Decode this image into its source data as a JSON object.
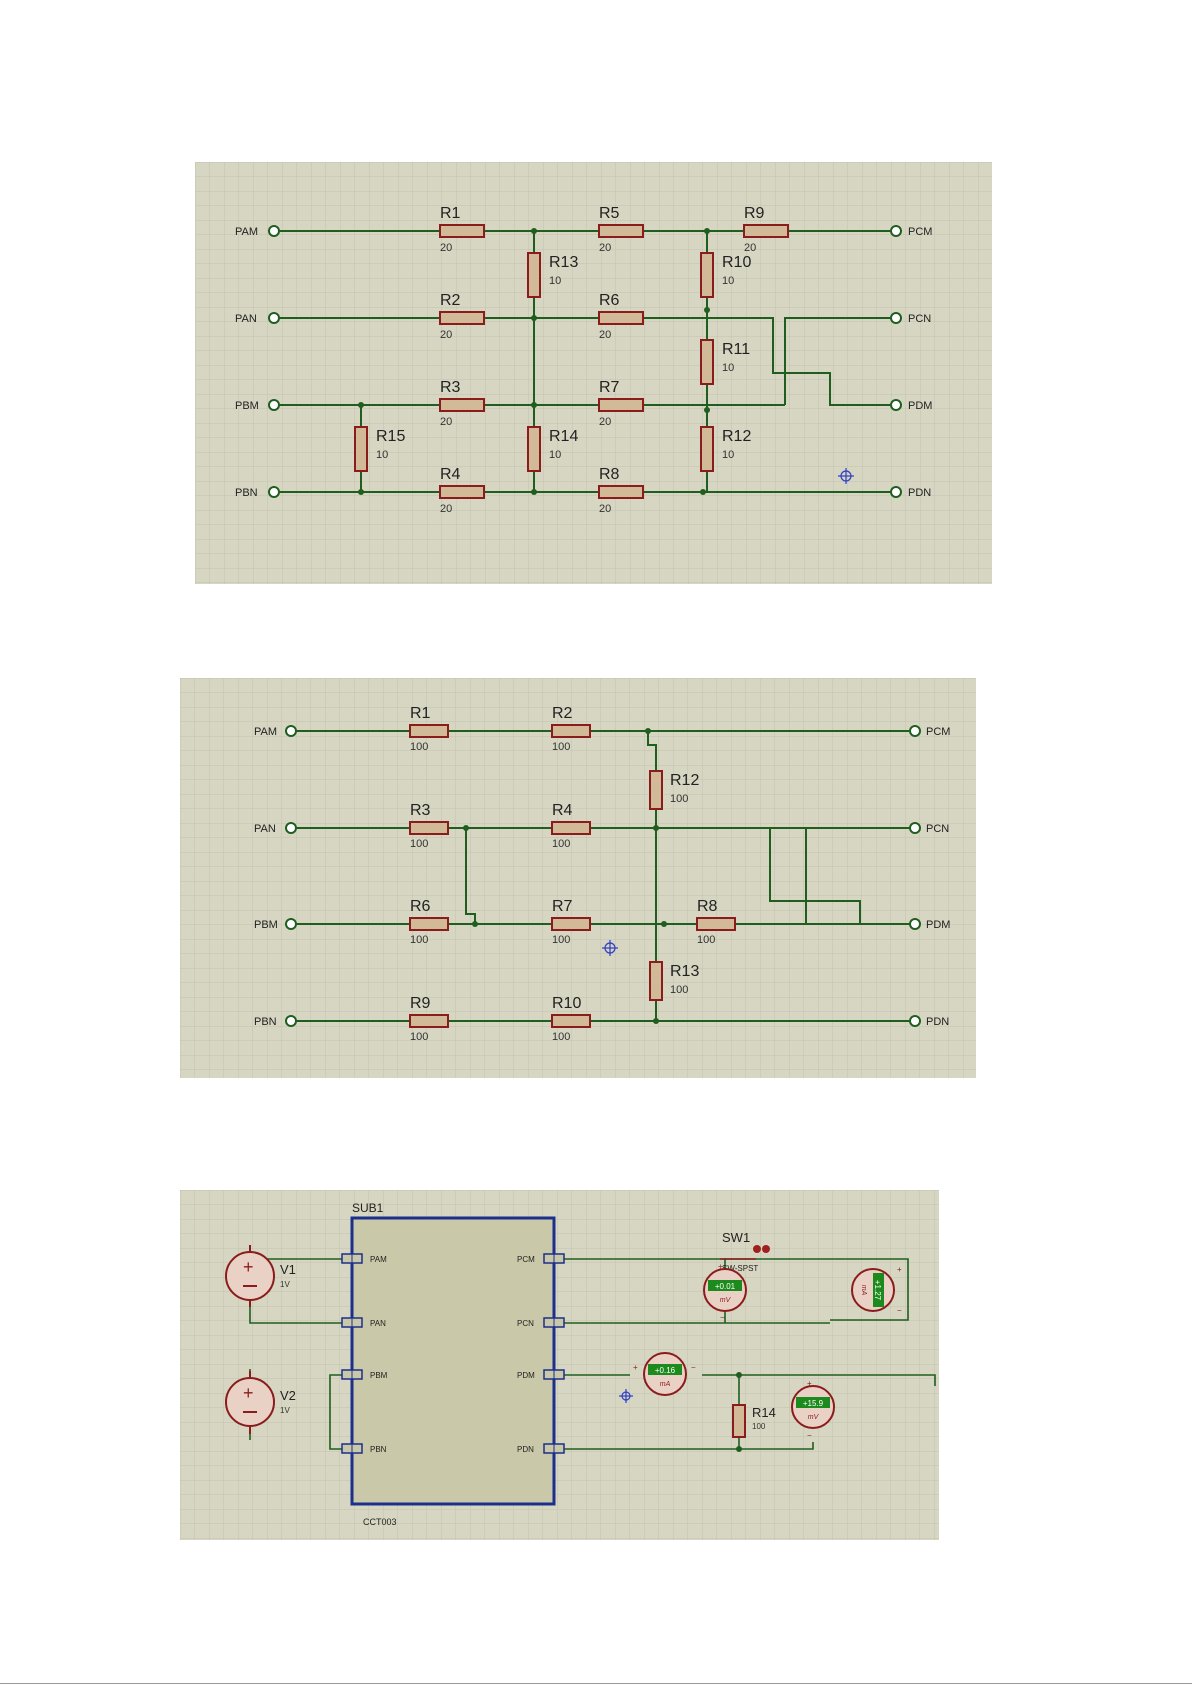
{
  "diagram1": {
    "ports_left": [
      "PAM",
      "PAN",
      "PBM",
      "PBN"
    ],
    "ports_right": [
      "PCM",
      "PCN",
      "PDM",
      "PDN"
    ],
    "resistors": [
      {
        "name": "R1",
        "value": "20"
      },
      {
        "name": "R2",
        "value": "20"
      },
      {
        "name": "R3",
        "value": "20"
      },
      {
        "name": "R4",
        "value": "20"
      },
      {
        "name": "R5",
        "value": "20"
      },
      {
        "name": "R6",
        "value": "20"
      },
      {
        "name": "R7",
        "value": "20"
      },
      {
        "name": "R8",
        "value": "20"
      },
      {
        "name": "R9",
        "value": "20"
      },
      {
        "name": "R10",
        "value": "10"
      },
      {
        "name": "R11",
        "value": "10"
      },
      {
        "name": "R12",
        "value": "10"
      },
      {
        "name": "R13",
        "value": "10"
      },
      {
        "name": "R14",
        "value": "10"
      },
      {
        "name": "R15",
        "value": "10"
      }
    ]
  },
  "diagram2": {
    "ports_left": [
      "PAM",
      "PAN",
      "PBM",
      "PBN"
    ],
    "ports_right": [
      "PCM",
      "PCN",
      "PDM",
      "PDN"
    ],
    "resistors": [
      {
        "name": "R1",
        "value": "100"
      },
      {
        "name": "R2",
        "value": "100"
      },
      {
        "name": "R3",
        "value": "100"
      },
      {
        "name": "R4",
        "value": "100"
      },
      {
        "name": "R6",
        "value": "100"
      },
      {
        "name": "R7",
        "value": "100"
      },
      {
        "name": "R8",
        "value": "100"
      },
      {
        "name": "R9",
        "value": "100"
      },
      {
        "name": "R10",
        "value": "100"
      },
      {
        "name": "R12",
        "value": "100"
      },
      {
        "name": "R13",
        "value": "100"
      }
    ]
  },
  "diagram3": {
    "sub_name": "SUB1",
    "sub_part": "CCT003",
    "pins_left": [
      "PAM",
      "PAN",
      "PBM",
      "PBN"
    ],
    "pins_right": [
      "PCM",
      "PCN",
      "PDM",
      "PDN"
    ],
    "sources": [
      {
        "name": "V1",
        "value": "1V"
      },
      {
        "name": "V2",
        "value": "1V"
      }
    ],
    "switch": {
      "name": "SW1",
      "type": "SW-SPST"
    },
    "meters": [
      {
        "reading": "+0.01",
        "unit": "mV"
      },
      {
        "reading": "+1.27",
        "unit": "mA"
      },
      {
        "reading": "+0.16",
        "unit": "mA"
      },
      {
        "reading": "+15.9",
        "unit": "mV"
      }
    ],
    "resistor": {
      "name": "R14",
      "value": "100"
    }
  },
  "colors": {
    "grid_bg": "#d6d6c2",
    "grid_line": "#c3c3ad",
    "wire": "#1f5e1f",
    "resistor_fill": "#d2b997",
    "resistor_stroke": "#8a1c1c",
    "port_stroke": "#1f5e1f",
    "box_fill": "#c9c8a8",
    "box_stroke": "#1c2f8c",
    "meter_fill": "#ead1c6",
    "meter_stroke": "#8a1c1c",
    "display": "#1d8a1d"
  }
}
